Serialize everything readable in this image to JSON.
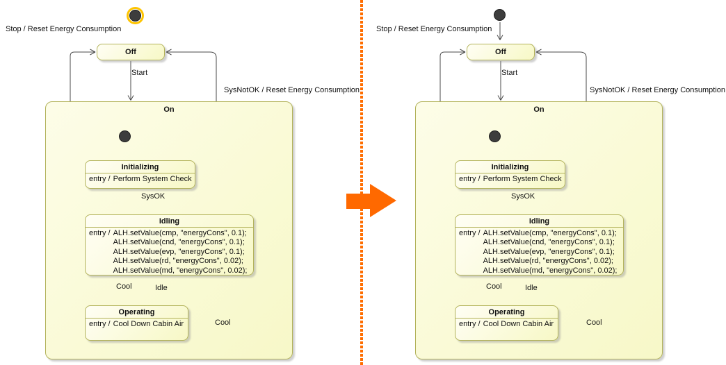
{
  "figure": {
    "type": "uml-statechart-before-after-comparison"
  },
  "diagram": {
    "transitions": {
      "stop": "Stop / Reset Energy Consumption",
      "start": "Start",
      "sys_not_ok": "SysNotOK / Reset Energy Consumption",
      "sys_ok": "SysOK",
      "cool": "Cool",
      "idle": "Idle",
      "cool_self": "Cool"
    },
    "states": {
      "off": {
        "title": "Off"
      },
      "on": {
        "title": "On"
      },
      "initializing": {
        "title": "Initializing",
        "entry_prefix": "entry /",
        "entry_action": "Perform System Check"
      },
      "idling": {
        "title": "Idling",
        "entry_prefix": "entry /",
        "entry_actions": [
          "ALH.setValue(cmp, \"energyCons\", 0.1);",
          "ALH.setValue(cnd, \"energyCons\", 0.1);",
          "ALH.setValue(evp, \"energyCons\", 0.1);",
          "ALH.setValue(rd, \"energyCons\", 0.02);",
          "ALH.setValue(md, \"energyCons\", 0.02);"
        ]
      },
      "operating": {
        "title": "Operating",
        "entry_prefix": "entry /",
        "entry_action": "Cool Down Cabin Air"
      }
    },
    "colors": {
      "state_border": "#b2b259",
      "state_fill_top": "#fffef4",
      "state_fill_bottom": "#f7f8c6",
      "line": "#4a4a4a",
      "accent_orange": "#ff6900",
      "selection_ring": "#fec400",
      "initial_node": "#3d3d3d"
    }
  }
}
